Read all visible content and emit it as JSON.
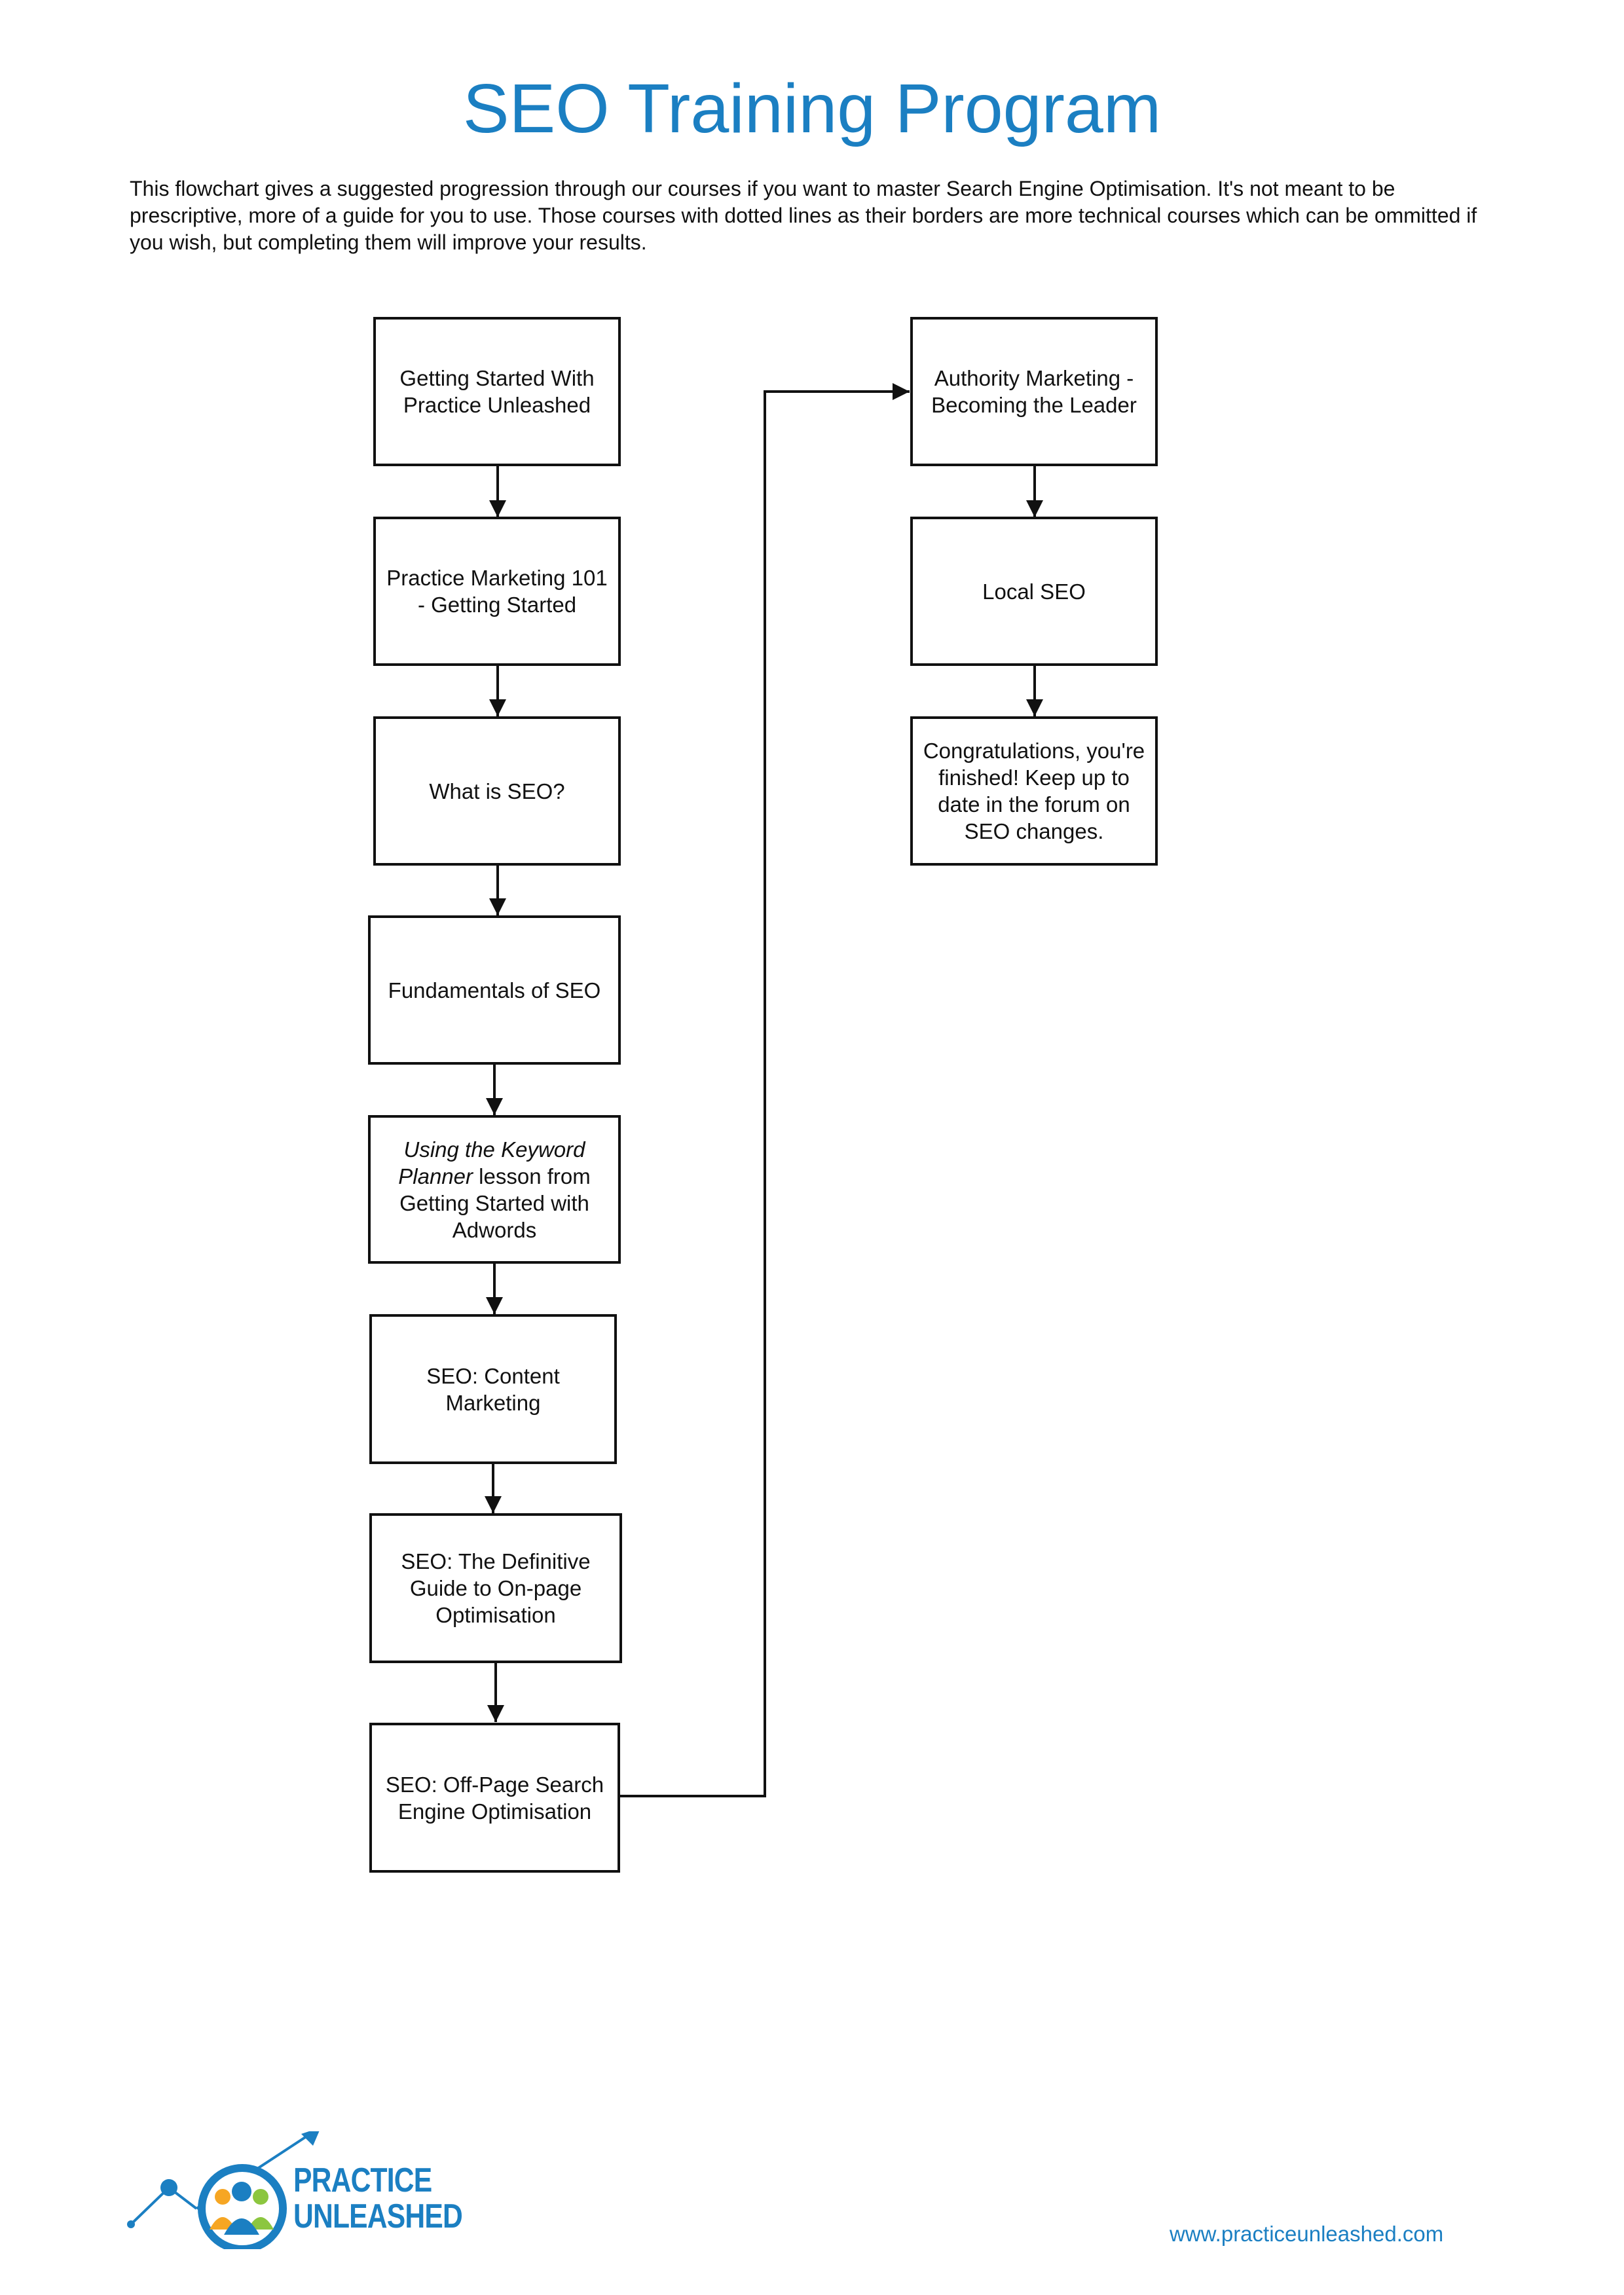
{
  "title": "SEO Training Program",
  "intro": "This flowchart gives a suggested progression through our courses if you want to master Search Engine Optimisation.  It's not meant to be prescriptive, more of a guide for you to use.  Those courses with dotted lines as their borders are more technical courses which can be ommitted if you wish, but completing them will improve your results.",
  "steps": [
    {
      "text": "Getting Started With Practice Unleashed"
    },
    {
      "text": "Practice Marketing 101 - Getting Started"
    },
    {
      "text": "What is SEO?"
    },
    {
      "text": "Fundamentals of SEO"
    },
    {
      "italic": "Using the Keyword Planner",
      "text": " lesson from Getting Started with Adwords"
    },
    {
      "text": "SEO: Content Marketing"
    },
    {
      "text": "SEO: The Definitive Guide to On-page Optimisation"
    },
    {
      "text": "SEO: Off-Page Search Engine Optimisation"
    },
    {
      "text": "Authority Marketing - Becoming the Leader"
    },
    {
      "text": "Local SEO"
    },
    {
      "text": "Congratulations, you're finished! Keep up to date in the forum on SEO changes."
    }
  ],
  "logo": {
    "line1": "PRACTICE",
    "line2": "UNLEASHED"
  },
  "footer_url": "www.practiceunleashed.com",
  "colors": {
    "accent": "#1b7fc2",
    "line": "#111111"
  }
}
